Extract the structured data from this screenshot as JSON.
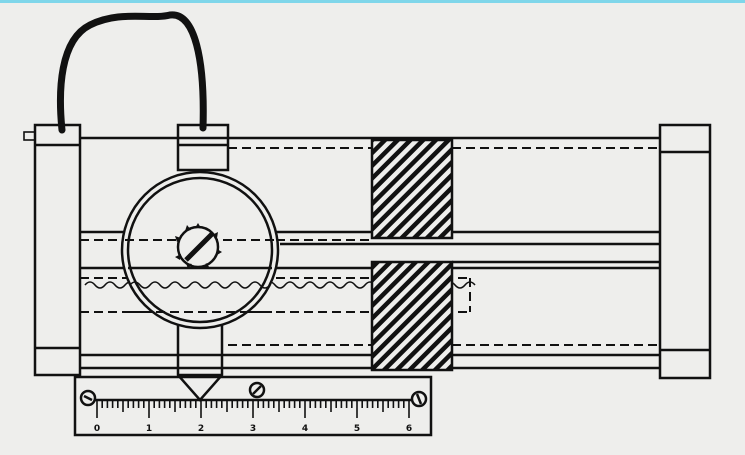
{
  "scale": {
    "labels": [
      "0",
      "1",
      "2",
      "3",
      "4",
      "5",
      "6"
    ]
  },
  "colors": {
    "ink": "#111111",
    "paper": "#eeeeec",
    "top_border": "#7fd6ea"
  }
}
